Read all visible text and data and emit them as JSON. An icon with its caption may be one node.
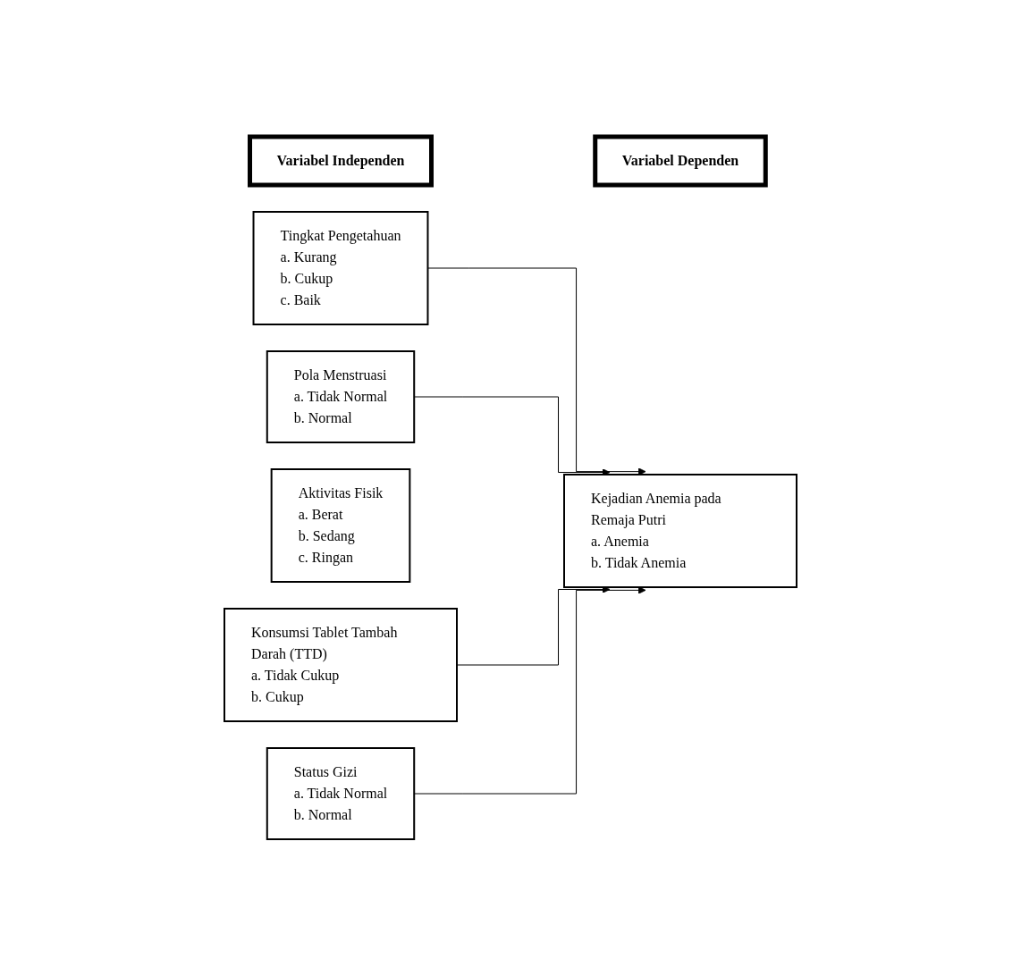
{
  "diagram": {
    "nodes": [
      {
        "text": [
          "Variabel Independen"
        ]
      },
      {
        "text": [
          "Variabel Dependen"
        ]
      },
      {
        "text": [
          "Tingkat Pengetahuan",
          "a. Kurang",
          "b. Cukup",
          "c. Baik"
        ]
      },
      {
        "text": [
          "Pola Menstruasi",
          "a. Tidak Normal",
          "b. Normal"
        ]
      },
      {
        "text": [
          "Aktivitas Fisik",
          "a. Berat",
          "b. Sedang",
          "c. Ringan"
        ]
      },
      {
        "text": [
          "Konsumsi Tablet Tambah Darah (TTD)",
          "a. Tidak Cukup",
          "b. Cukup"
        ]
      },
      {
        "text": [
          "Status Gizi",
          "a. Tidak Normal",
          "b. Normal"
        ]
      },
      {
        "text": [
          "Kejadian Anemia pada Remaja Putri",
          "a. Anemia",
          "b. Tidak Anemia"
        ]
      }
    ],
    "edges": [
      {
        "from": 2,
        "to": 7,
        "arrow": "to"
      },
      {
        "from": 3,
        "to": 7,
        "arrow": "to"
      },
      {
        "from": 5,
        "to": 7,
        "arrow": "to"
      },
      {
        "from": 6,
        "to": 7,
        "arrow": "to"
      }
    ]
  }
}
